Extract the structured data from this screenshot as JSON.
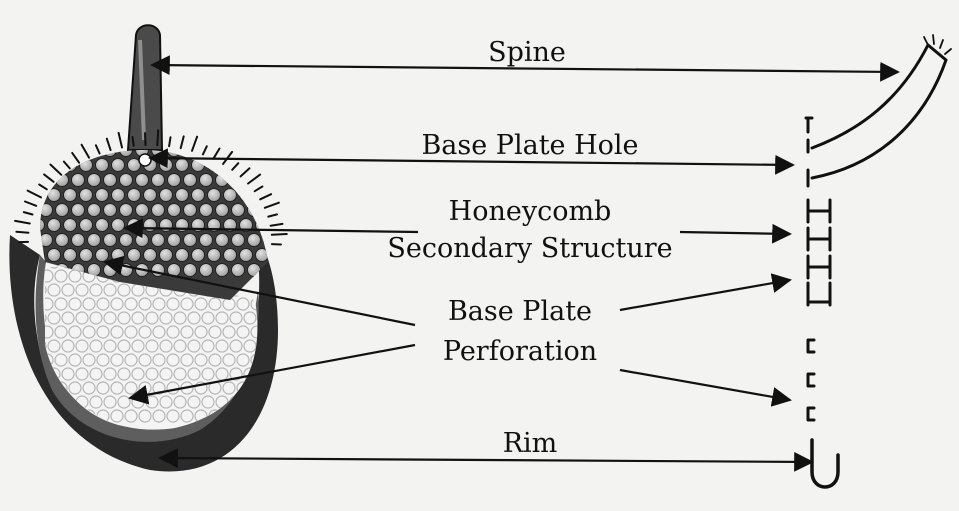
{
  "labels": {
    "spine": "Spine",
    "base_plate_hole": "Base Plate Hole",
    "honeycomb_line1": "Honeycomb",
    "honeycomb_line2": "Secondary Structure",
    "base_plate_line1": "Base Plate",
    "base_plate_line2": "Perforation",
    "rim": "Rim"
  },
  "colors": {
    "ink": "#111111",
    "background": "#f3f3f1",
    "shell_dark": "#2a2a2a",
    "cell_fill": "#b9b9b9"
  }
}
